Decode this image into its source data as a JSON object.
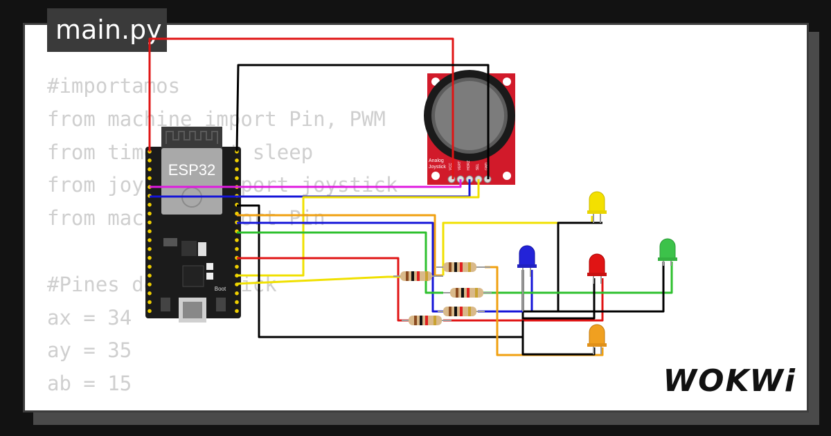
{
  "editor": {
    "file_tab": "main.py",
    "code_lines": [
      "#importamos",
      "from machine import Pin, PWM",
      "from time import sleep",
      "from joystick import joystick",
      "from machine import Pin",
      "",
      "#Pines del joystick",
      "ax = 34",
      "ay = 35",
      "ab = 15"
    ]
  },
  "board": {
    "label": "ESP32",
    "boot_label": "Boot"
  },
  "joystick_module": {
    "label_line1": "Analog",
    "label_line2": "Joystick",
    "pins": [
      "VCC",
      "VERT",
      "HORZ",
      "SEL",
      "GND"
    ]
  },
  "brand": "WOKWi",
  "colors": {
    "wire_red": "#e01414",
    "wire_black": "#000000",
    "wire_magenta": "#e01ae0",
    "wire_blue": "#1414d8",
    "wire_yellow": "#f0e000",
    "wire_orange": "#f0a010",
    "wire_green": "#2ec02e",
    "joystick_board": "#d11a2a",
    "esp32_board": "#1b1b1b"
  },
  "leds": [
    {
      "color": "yellow",
      "hex": "#f3e000"
    },
    {
      "color": "blue",
      "hex": "#2323d8"
    },
    {
      "color": "red",
      "hex": "#e01414"
    },
    {
      "color": "green",
      "hex": "#3cc24a"
    },
    {
      "color": "orange",
      "hex": "#f0a020"
    }
  ],
  "resistor_count": 5
}
